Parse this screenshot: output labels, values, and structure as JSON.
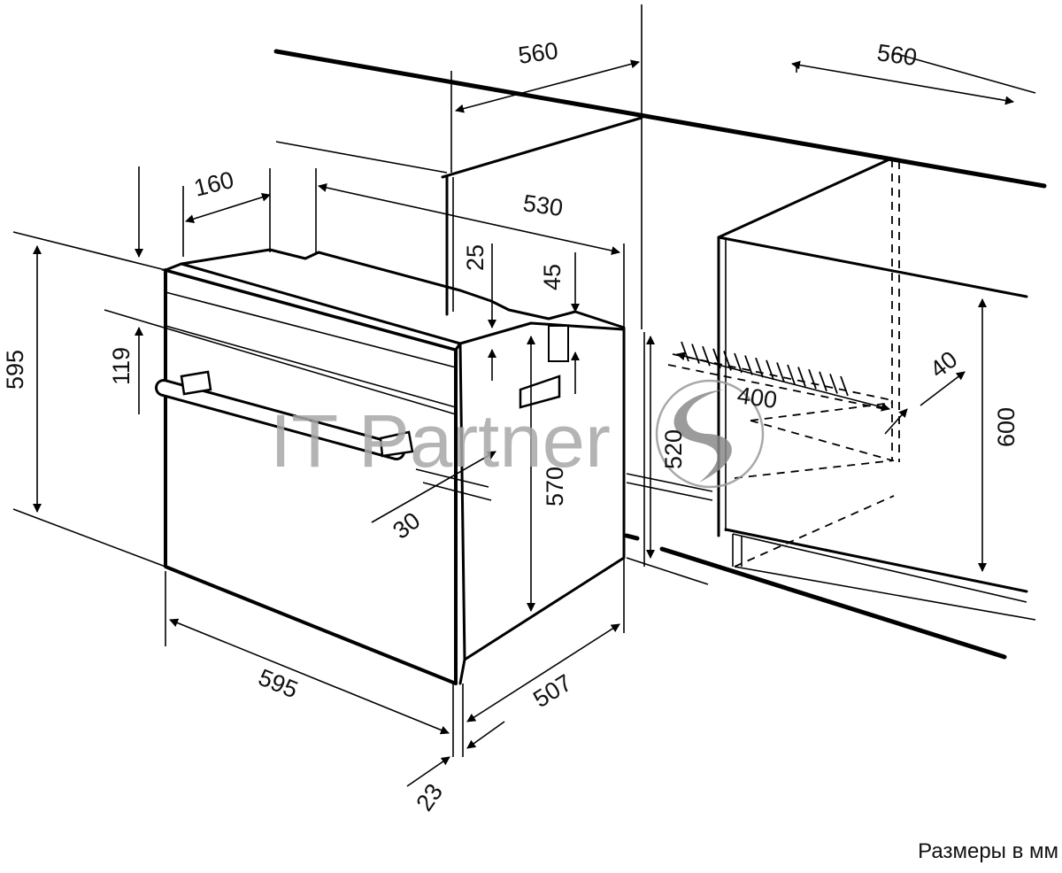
{
  "dimensions": {
    "niche_width_left": "560",
    "niche_width_right": "560",
    "ventilation_gap": "160",
    "rear_width": "530",
    "top_gap": "25",
    "side_gap": "45",
    "oven_height": "595",
    "panel_height": "119",
    "handle_offset": "30",
    "body_height": "570",
    "niche_depth_min": "520",
    "vent_cutout": "400",
    "vent_depth": "40",
    "niche_height": "600",
    "oven_width": "595",
    "body_depth": "507",
    "front_thickness": "23"
  },
  "watermark": "IT Partner",
  "caption": "Размеры в мм"
}
